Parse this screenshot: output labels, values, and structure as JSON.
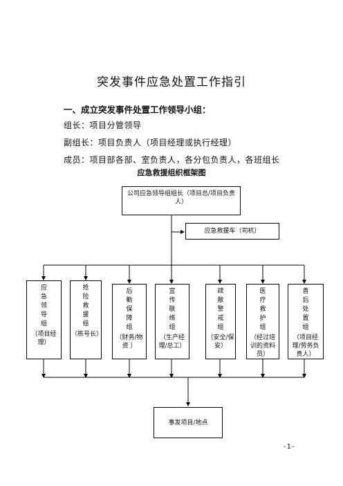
{
  "document": {
    "title": "突发事件应急处置工作指引",
    "section_heading": "一、成立突发事件处置工作领导小组：",
    "lines": [
      "组长：项目分管领导",
      "副组长：项目负责人（项目经理或执行经理）",
      "成员：项目部各部、室负责人，各分包负责人，各班组长"
    ],
    "chart_title": "应急救援组织框架图",
    "page_number": "-1-"
  },
  "org_chart": {
    "top": "公司应急领导组组长（项目总/项目负责人）",
    "vehicle": "应急救援车（司机）",
    "groups": [
      {
        "name": "应急领导组",
        "sub": "（项目经理）"
      },
      {
        "name": "抢险救援组",
        "sub": "（栋号长）"
      },
      {
        "name": "后勤保障组",
        "sub": "（财务/物资 ）"
      },
      {
        "name": "宣传联络组",
        "sub": "（生产经理/总工）"
      },
      {
        "name": "疏散警戒组",
        "sub": "（安全/保安）"
      },
      {
        "name": "医疗救护组",
        "sub": "（经过培训的资料员）"
      },
      {
        "name": "善后处置组",
        "sub": "（项目经理/劳务负责人）"
      }
    ],
    "bottom": "事发项目/地点"
  }
}
